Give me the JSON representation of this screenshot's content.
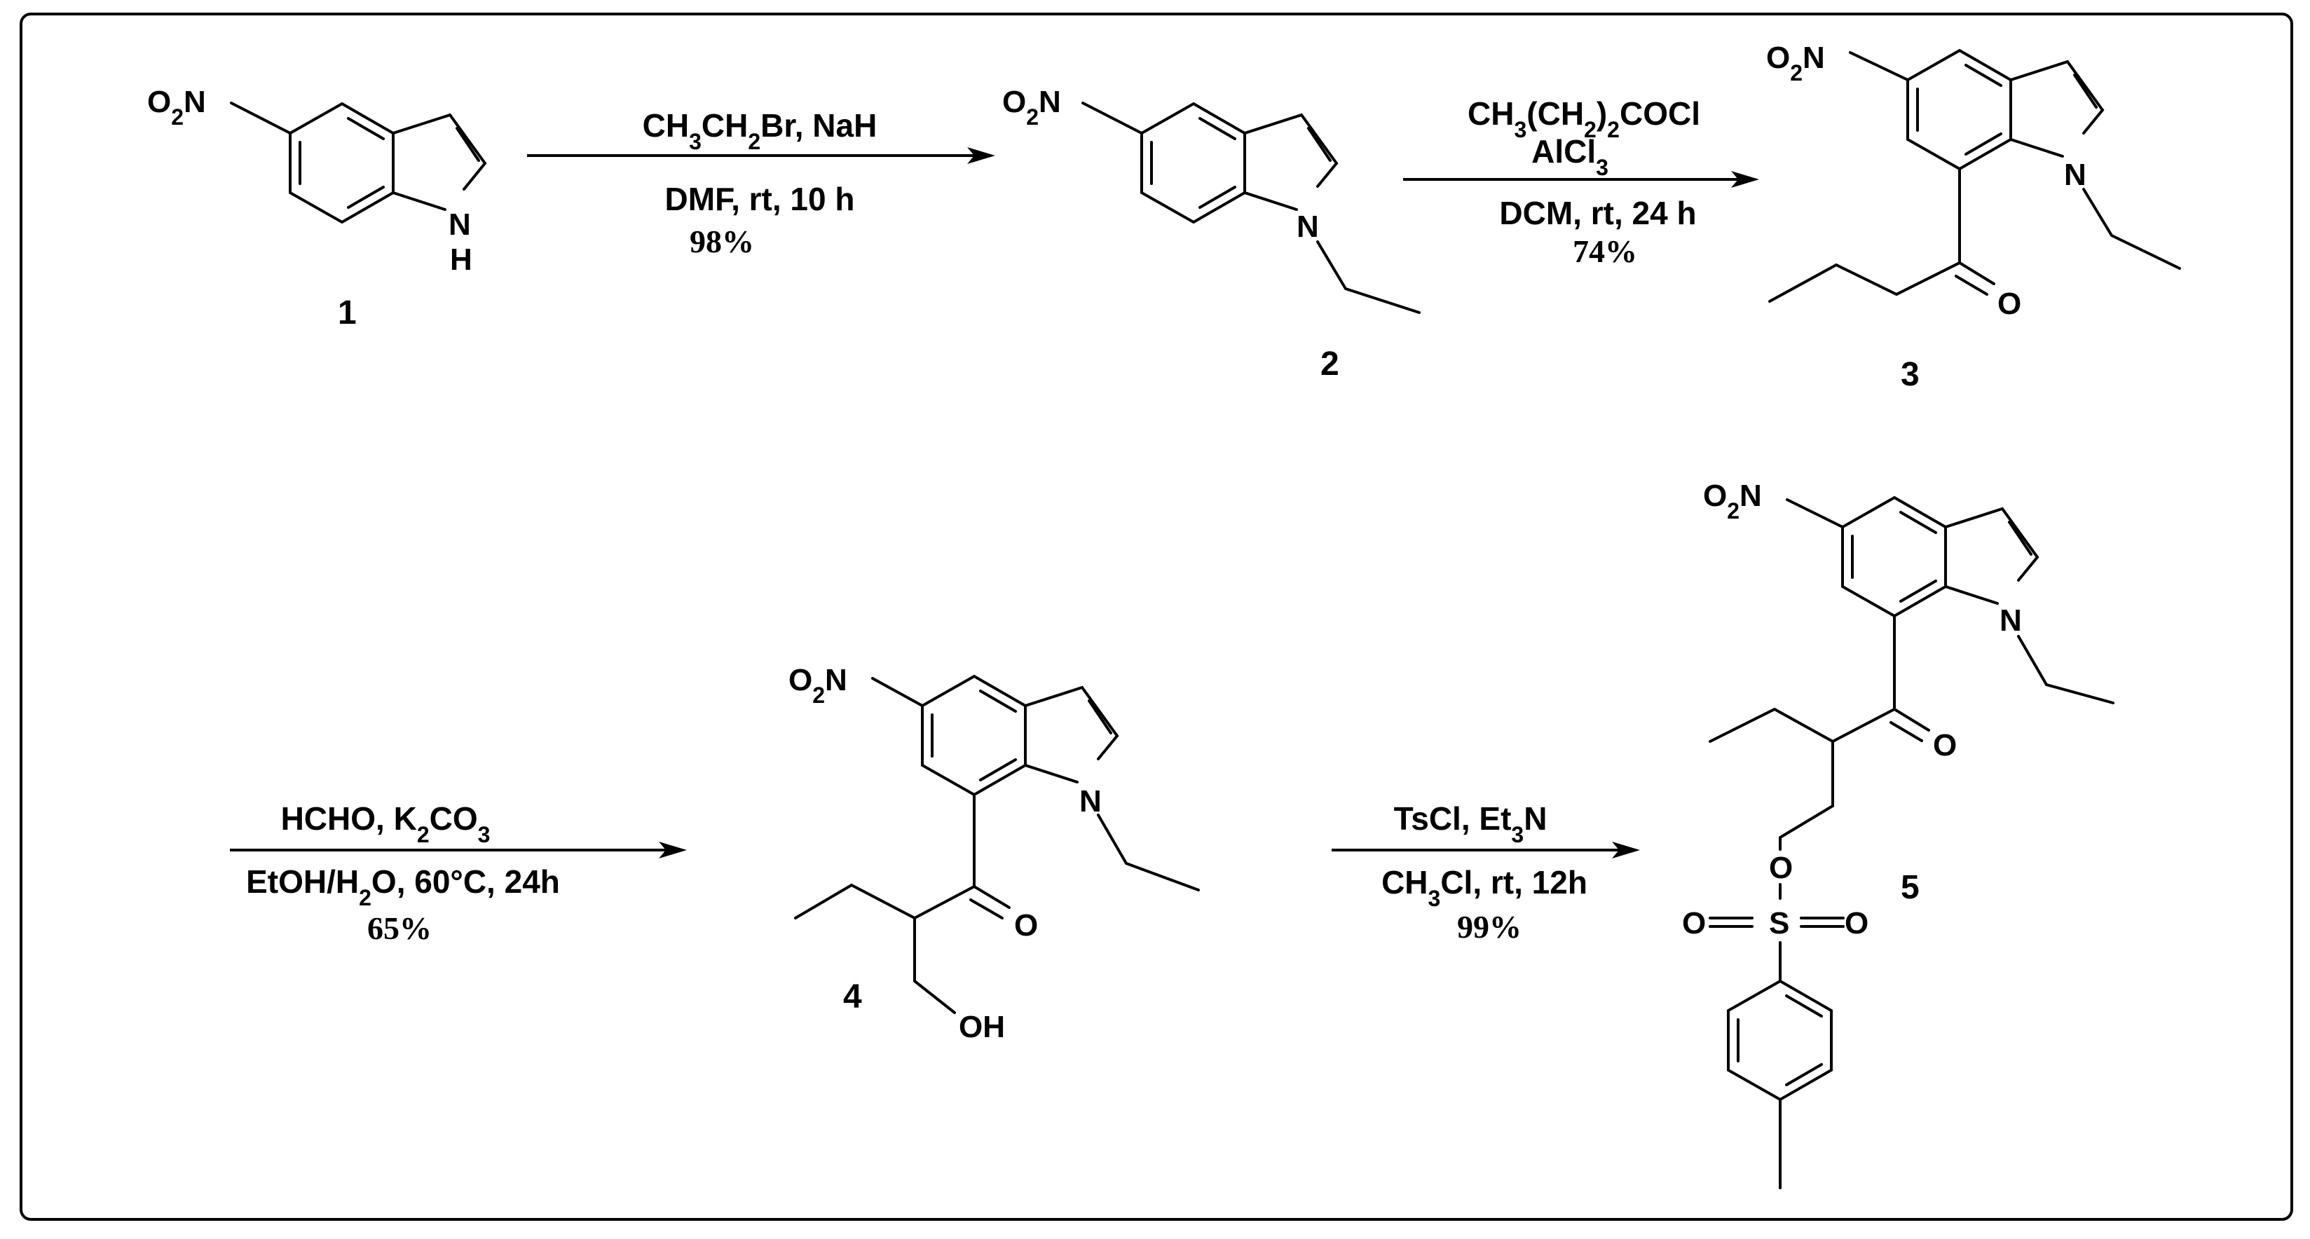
{
  "compounds": [
    {
      "id": "1"
    },
    {
      "id": "2"
    },
    {
      "id": "3"
    },
    {
      "id": "4"
    },
    {
      "id": "5"
    }
  ],
  "steps": [
    {
      "reagent_lines": [
        "CH3CH2Br, NaH"
      ],
      "conditions": "DMF, rt, 10 h",
      "yield": "98%"
    },
    {
      "reagent_lines": [
        "CH3(CH2)2COCl",
        "AlCl3"
      ],
      "conditions": "DCM, rt, 24 h",
      "yield": "74%"
    },
    {
      "reagent_lines": [
        "HCHO, K2CO3"
      ],
      "conditions": "EtOH/H2O, 60°C, 24h",
      "yield": "65%"
    },
    {
      "reagent_lines": [
        "TsCl, Et3N"
      ],
      "conditions": "CH3Cl, rt, 12h",
      "yield": "99%"
    }
  ],
  "atoms": {
    "nitro": "O2N",
    "nh": "N",
    "h": "H",
    "n": "N",
    "o": "O",
    "oh": "OH",
    "s": "S"
  }
}
